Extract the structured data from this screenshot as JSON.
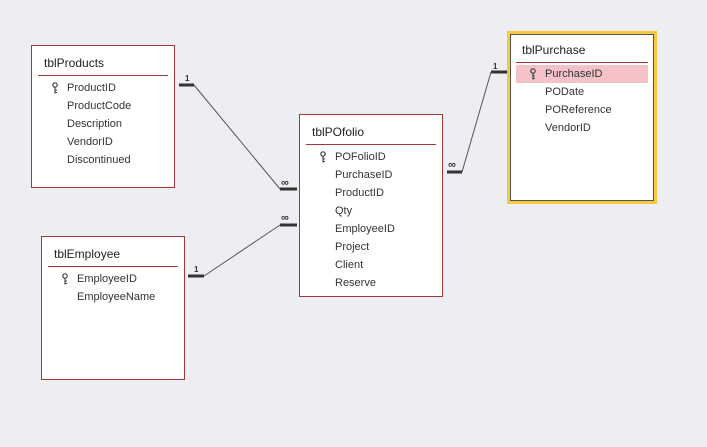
{
  "tables": {
    "products": {
      "name": "tblProducts",
      "fields": [
        {
          "name": "ProductID",
          "key": true
        },
        {
          "name": "ProductCode",
          "key": false
        },
        {
          "name": "Description",
          "key": false
        },
        {
          "name": "VendorID",
          "key": false
        },
        {
          "name": "Discontinued",
          "key": false
        }
      ]
    },
    "employee": {
      "name": "tblEmployee",
      "fields": [
        {
          "name": "EmployeeID",
          "key": true
        },
        {
          "name": "EmployeeName",
          "key": false
        }
      ]
    },
    "pofolio": {
      "name": "tblPOfolio",
      "fields": [
        {
          "name": "POFolioID",
          "key": true
        },
        {
          "name": "PurchaseID",
          "key": false
        },
        {
          "name": "ProductID",
          "key": false
        },
        {
          "name": "Qty",
          "key": false
        },
        {
          "name": "EmployeeID",
          "key": false
        },
        {
          "name": "Project",
          "key": false
        },
        {
          "name": "Client",
          "key": false
        },
        {
          "name": "Reserve",
          "key": false
        }
      ]
    },
    "purchase": {
      "name": "tblPurchase",
      "selected": true,
      "fields": [
        {
          "name": "PurchaseID",
          "key": true,
          "highlighted": true
        },
        {
          "name": "PODate",
          "key": false
        },
        {
          "name": "POReference",
          "key": false
        },
        {
          "name": "VendorID",
          "key": false
        }
      ]
    }
  },
  "relationships": {
    "products_pofolio": {
      "one": "1",
      "many": "∞"
    },
    "employee_pofolio": {
      "one": "1",
      "many": "∞"
    },
    "purchase_pofolio": {
      "one": "1",
      "many": "∞"
    }
  },
  "icons": {
    "primary_key": "key-icon"
  },
  "colors": {
    "table_border": "#a4373a",
    "selected_border": "#f5c842",
    "highlight_row": "#f5c2c7",
    "canvas": "#eceef1"
  }
}
